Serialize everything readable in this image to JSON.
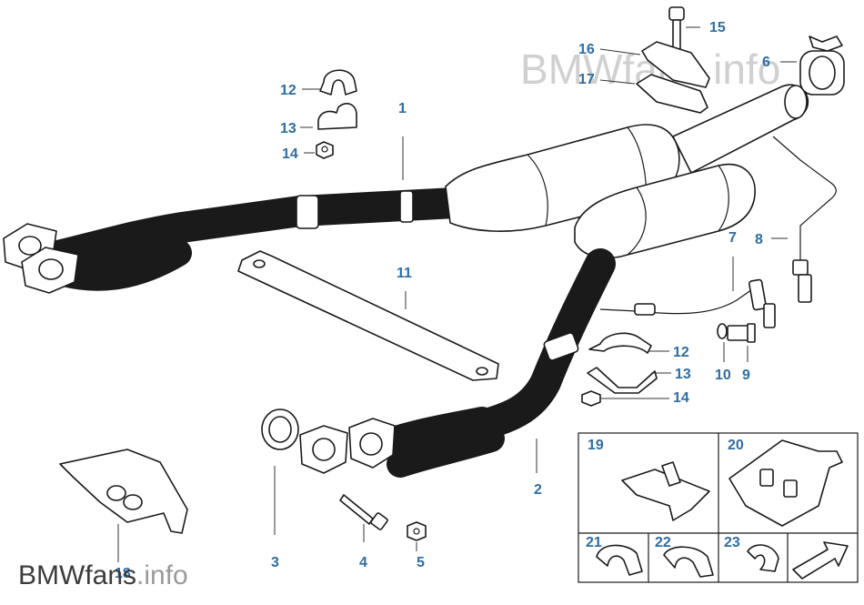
{
  "watermarks": {
    "top_right": "BMWfans.info",
    "bottom_left_main": "BMWfans",
    "bottom_left_suffix": ".info"
  },
  "callouts": [
    {
      "id": "c1",
      "label": "1"
    },
    {
      "id": "c2",
      "label": "2"
    },
    {
      "id": "c3",
      "label": "3"
    },
    {
      "id": "c4",
      "label": "4"
    },
    {
      "id": "c5",
      "label": "5"
    },
    {
      "id": "c6",
      "label": "6"
    },
    {
      "id": "c7",
      "label": "7"
    },
    {
      "id": "c8",
      "label": "8"
    },
    {
      "id": "c9",
      "label": "9"
    },
    {
      "id": "c10",
      "label": "10"
    },
    {
      "id": "c11",
      "label": "11"
    },
    {
      "id": "c12a",
      "label": "12"
    },
    {
      "id": "c12b",
      "label": "12"
    },
    {
      "id": "c13a",
      "label": "13"
    },
    {
      "id": "c13b",
      "label": "13"
    },
    {
      "id": "c14a",
      "label": "14"
    },
    {
      "id": "c14b",
      "label": "14"
    },
    {
      "id": "c15",
      "label": "15"
    },
    {
      "id": "c16",
      "label": "16"
    },
    {
      "id": "c17",
      "label": "17"
    },
    {
      "id": "c18",
      "label": "18"
    },
    {
      "id": "c19",
      "label": "19"
    },
    {
      "id": "c20",
      "label": "20"
    },
    {
      "id": "c21",
      "label": "21"
    },
    {
      "id": "c22",
      "label": "22"
    },
    {
      "id": "c23",
      "label": "23"
    }
  ],
  "colors": {
    "callout": "#2e6da4",
    "line": "#1a1a1a",
    "watermark": "#d0d0d0"
  },
  "icons": {
    "arrow_box": "next-page-arrow-icon"
  }
}
